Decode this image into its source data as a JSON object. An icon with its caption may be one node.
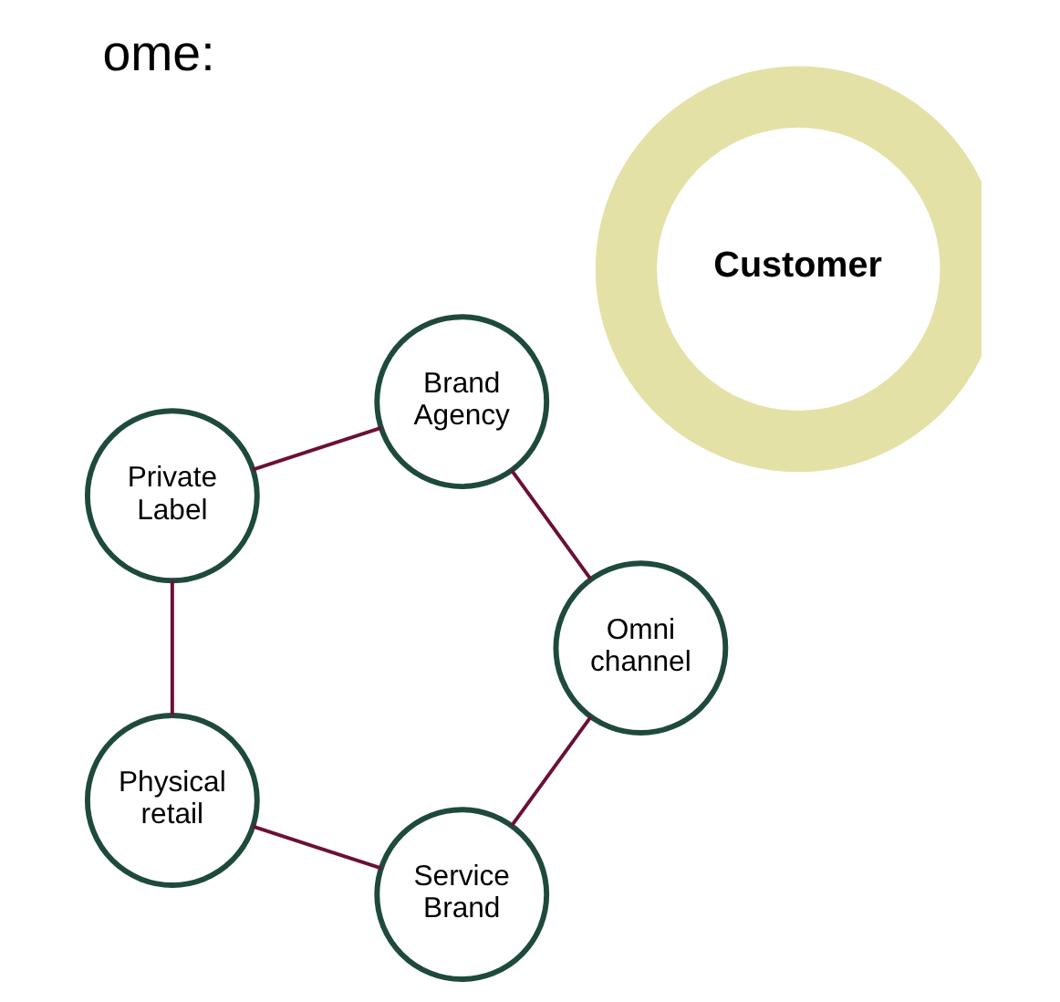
{
  "diagram": {
    "title": "ome:",
    "nodes": [
      {
        "text": [
          "Customer"
        ]
      },
      {
        "text": [
          "Service Brand"
        ]
      },
      {
        "text": [
          "Physical retail"
        ]
      },
      {
        "text": [
          "Private Label"
        ]
      },
      {
        "text": [
          "Brand Agency"
        ]
      },
      {
        "text": [
          "Omni channel"
        ]
      }
    ],
    "edges": [
      {
        "from": 1,
        "to": 2,
        "arrow": "none"
      },
      {
        "from": 2,
        "to": 3,
        "arrow": "none"
      },
      {
        "from": 3,
        "to": 4,
        "arrow": "none"
      },
      {
        "from": 4,
        "to": 5,
        "arrow": "none"
      },
      {
        "from": 5,
        "to": 1,
        "arrow": "none"
      }
    ]
  }
}
